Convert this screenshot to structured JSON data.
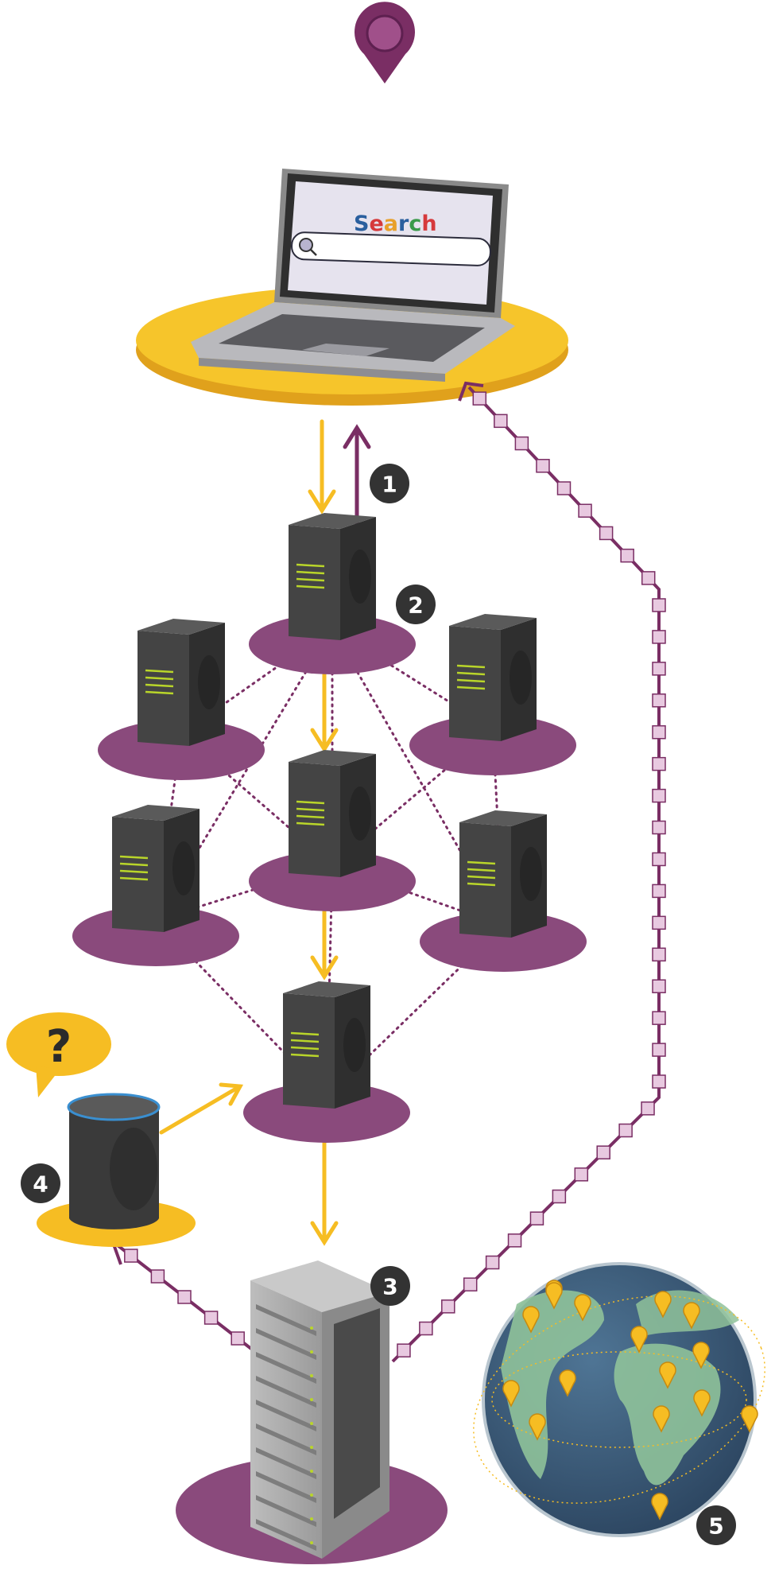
{
  "laptop": {
    "search_title": "Search",
    "search_letters": [
      {
        "char": "S",
        "color": "#2a5f9e"
      },
      {
        "char": "e",
        "color": "#d6393b"
      },
      {
        "char": "a",
        "color": "#e8a02a"
      },
      {
        "char": "r",
        "color": "#2a5f9e"
      },
      {
        "char": "c",
        "color": "#3a9a4a"
      },
      {
        "char": "h",
        "color": "#d6393b"
      }
    ],
    "search_icon": "magnifier-icon"
  },
  "speech_bubble": {
    "text": "?"
  },
  "badges": [
    "1",
    "2",
    "3",
    "4",
    "5"
  ],
  "colors": {
    "yellow": "#f6bd23",
    "purple": "#7a2e64",
    "platform_purple": "#8a4a7c",
    "server_dark": "#3b3b3b",
    "server_green": "#b9d52a",
    "chain_cube": "#e8c9e0",
    "globe_ocean": "#3a5878",
    "globe_land": "#8fc29a"
  },
  "icons": [
    "location-pin-icon",
    "laptop-icon",
    "server-icon",
    "smart-speaker-icon",
    "rack-server-icon",
    "globe-icon",
    "map-pin-icon"
  ]
}
